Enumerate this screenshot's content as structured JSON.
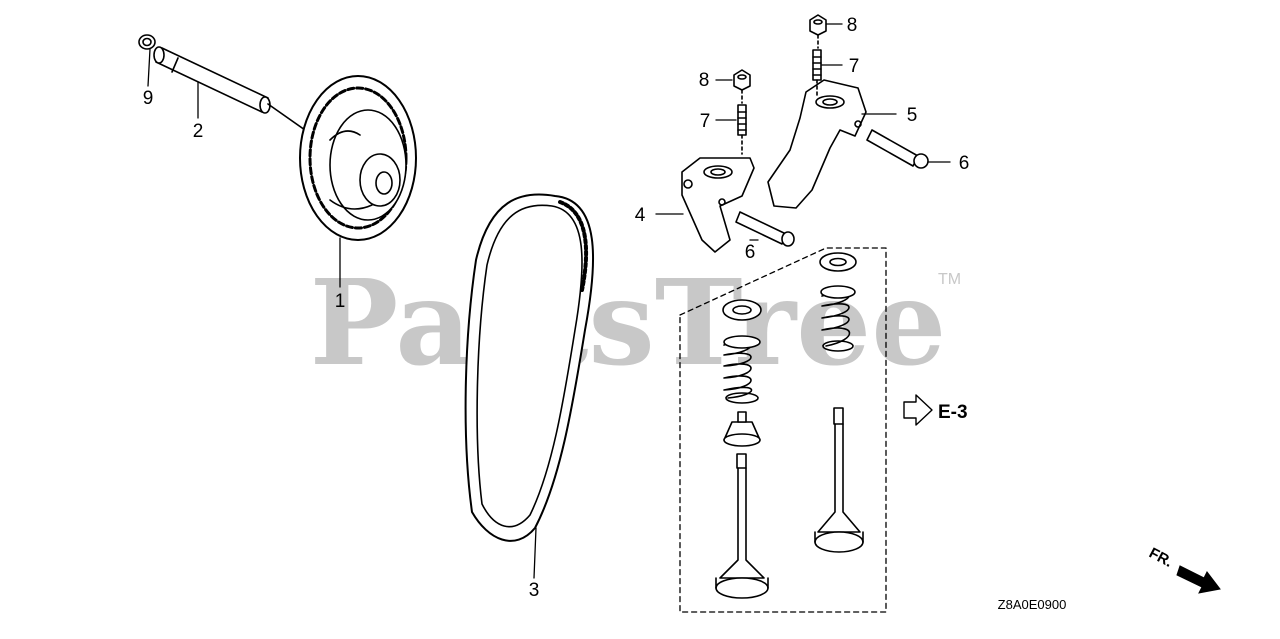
{
  "watermark": {
    "text": "PartsTree",
    "trademark": "TM",
    "color": "#c8c8c8"
  },
  "callouts": {
    "c1": "1",
    "c2": "2",
    "c3": "3",
    "c4": "4",
    "c5": "5",
    "c6a": "6",
    "c6b": "6",
    "c7a": "7",
    "c7b": "7",
    "c8a": "8",
    "c8b": "8",
    "c9": "9"
  },
  "reference": "E-3",
  "front_label": "FR.",
  "diagram_code": "Z8A0E0900",
  "colors": {
    "line": "#000000",
    "background": "#ffffff",
    "watermark": "#c8c8c8"
  }
}
